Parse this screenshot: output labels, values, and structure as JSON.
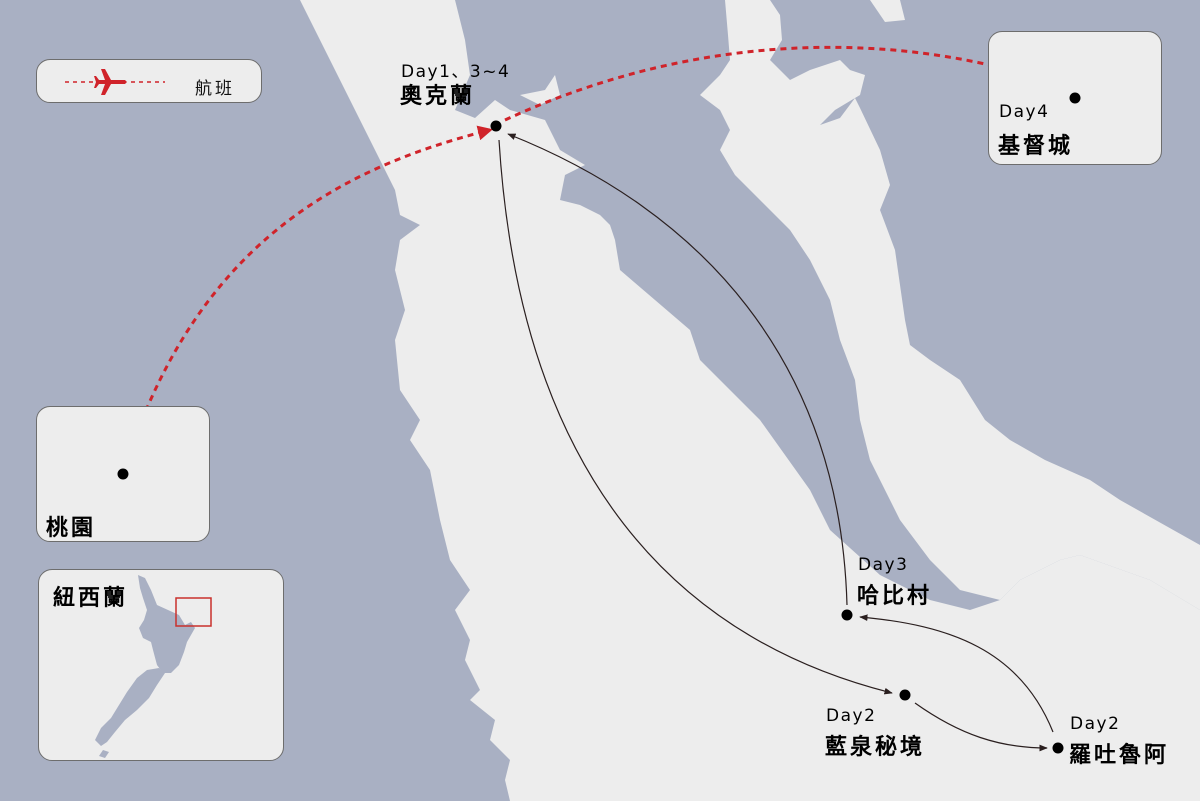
{
  "legend": {
    "flight_label": "航班",
    "flight_icon": "airplane-icon"
  },
  "colors": {
    "sea": "#a9b0c3",
    "land": "#ededed",
    "flight": "#d0232a",
    "route": "#2a1f1f",
    "box_border": "#6d6d6d"
  },
  "locations": [
    {
      "id": "taoyuan",
      "day": "",
      "name": "桃園"
    },
    {
      "id": "auckland",
      "day": "Day1、3~4",
      "name": "奧克蘭"
    },
    {
      "id": "christchurch",
      "day": "Day4",
      "name": "基督城"
    },
    {
      "id": "hobbiton",
      "day": "Day3",
      "name": "哈比村"
    },
    {
      "id": "blue-springs",
      "day": "Day2",
      "name": "藍泉秘境"
    },
    {
      "id": "rotorua",
      "day": "Day2",
      "name": "羅吐魯阿"
    }
  ],
  "inset": {
    "title": "紐西蘭"
  }
}
